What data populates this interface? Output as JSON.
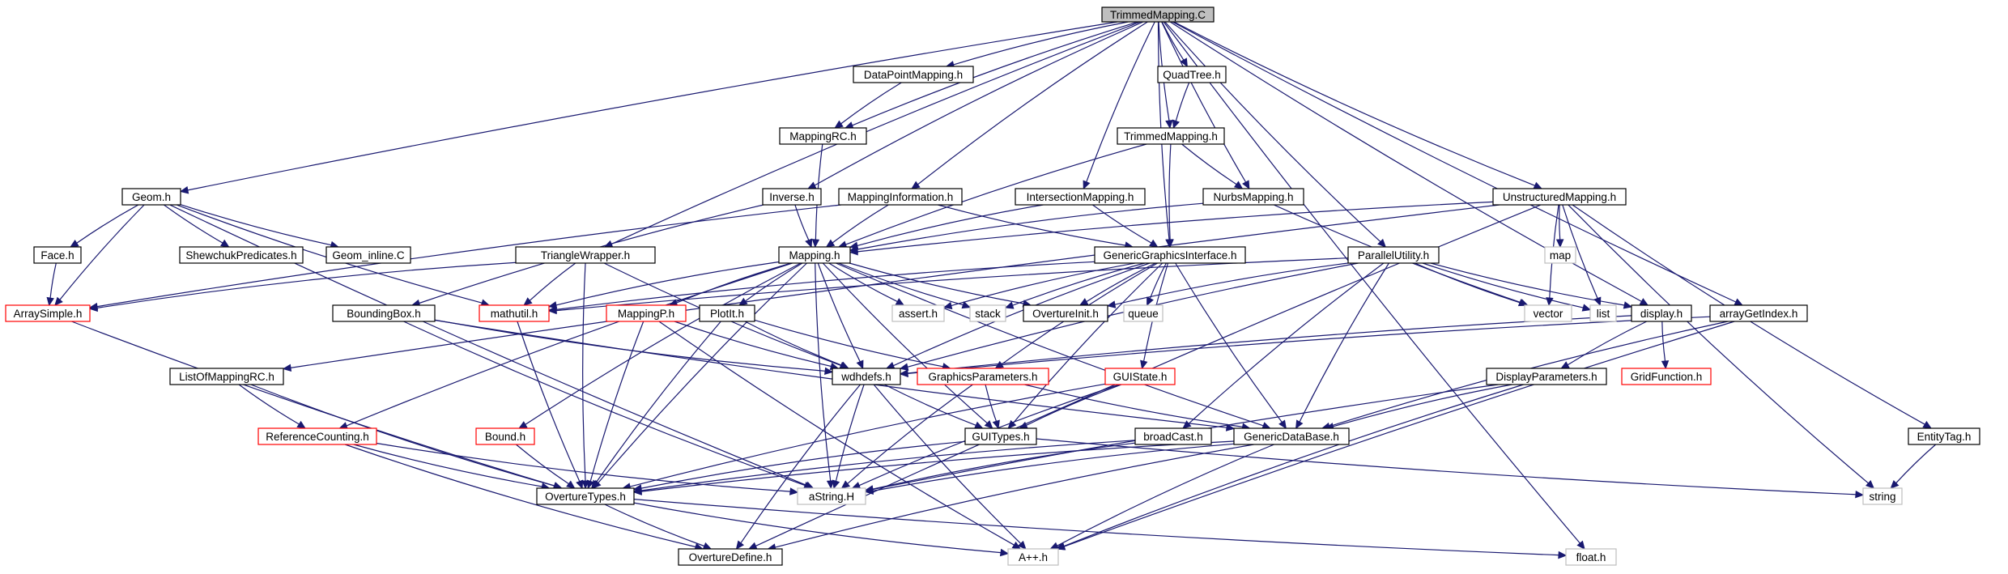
{
  "graph": {
    "colors": {
      "root_fill": "#bfbfbf",
      "box_fill": "#ffffff",
      "border_default": "#000000",
      "border_red": "#ff0000",
      "border_gray": "#bfbfbf",
      "edge": "#191970"
    },
    "nodes": [
      {
        "id": "trimmed_c",
        "label": "TrimmedMapping.C",
        "style": "root"
      },
      {
        "id": "geom_h",
        "label": "Geom.h",
        "style": "black"
      },
      {
        "id": "trianglewrapper_h",
        "label": "TriangleWrapper.h",
        "style": "black"
      },
      {
        "id": "inverse_h",
        "label": "Inverse.h",
        "style": "black"
      },
      {
        "id": "datapointmapping_h",
        "label": "DataPointMapping.h",
        "style": "black"
      },
      {
        "id": "mappingrc_h",
        "label": "MappingRC.h",
        "style": "black"
      },
      {
        "id": "mappinginformation_h",
        "label": "MappingInformation.h",
        "style": "black"
      },
      {
        "id": "intersectionmapping_h",
        "label": "IntersectionMapping.h",
        "style": "black"
      },
      {
        "id": "quadtree_h",
        "label": "QuadTree.h",
        "style": "black"
      },
      {
        "id": "trimmedmapping_h",
        "label": "TrimmedMapping.h",
        "style": "black"
      },
      {
        "id": "nurbsmapping_h",
        "label": "NurbsMapping.h",
        "style": "black"
      },
      {
        "id": "unstructuredmapping_h",
        "label": "UnstructuredMapping.h",
        "style": "black"
      },
      {
        "id": "face_h",
        "label": "Face.h",
        "style": "black"
      },
      {
        "id": "shewchuk_h",
        "label": "ShewchukPredicates.h",
        "style": "black"
      },
      {
        "id": "geom_inline_c",
        "label": "Geom_inline.C",
        "style": "black"
      },
      {
        "id": "mapping_h",
        "label": "Mapping.h",
        "style": "black"
      },
      {
        "id": "ggi_h",
        "label": "GenericGraphicsInterface.h",
        "style": "black"
      },
      {
        "id": "parallelutility_h",
        "label": "ParallelUtility.h",
        "style": "black"
      },
      {
        "id": "map",
        "label": "map",
        "style": "gray"
      },
      {
        "id": "arraysimple_h",
        "label": "ArraySimple.h",
        "style": "red"
      },
      {
        "id": "boundingbox_h",
        "label": "BoundingBox.h",
        "style": "black"
      },
      {
        "id": "mathutil_h",
        "label": "mathutil.h",
        "style": "red"
      },
      {
        "id": "mappingp_h",
        "label": "MappingP.h",
        "style": "red"
      },
      {
        "id": "plotit_h",
        "label": "PlotIt.h",
        "style": "black"
      },
      {
        "id": "assert_h",
        "label": "assert.h",
        "style": "gray"
      },
      {
        "id": "stack",
        "label": "stack",
        "style": "gray"
      },
      {
        "id": "overtureinit_h",
        "label": "OvertureInit.h",
        "style": "black"
      },
      {
        "id": "queue",
        "label": "queue",
        "style": "gray"
      },
      {
        "id": "vector",
        "label": "vector",
        "style": "gray"
      },
      {
        "id": "list",
        "label": "list",
        "style": "gray"
      },
      {
        "id": "display_h",
        "label": "display.h",
        "style": "black"
      },
      {
        "id": "arraygetindex_h",
        "label": "arrayGetIndex.h",
        "style": "black"
      },
      {
        "id": "listofmappingrc_h",
        "label": "ListOfMappingRC.h",
        "style": "black"
      },
      {
        "id": "wdhdefs_h",
        "label": "wdhdefs.h",
        "style": "black"
      },
      {
        "id": "graphicsparameters_h",
        "label": "GraphicsParameters.h",
        "style": "red"
      },
      {
        "id": "guistate_h",
        "label": "GUIState.h",
        "style": "red"
      },
      {
        "id": "gridfunction_h",
        "label": "GridFunction.h",
        "style": "red"
      },
      {
        "id": "displayparameters_h",
        "label": "DisplayParameters.h",
        "style": "black"
      },
      {
        "id": "referencecounting_h",
        "label": "ReferenceCounting.h",
        "style": "red"
      },
      {
        "id": "bound_h",
        "label": "Bound.h",
        "style": "red"
      },
      {
        "id": "guitypes_h",
        "label": "GUITypes.h",
        "style": "black"
      },
      {
        "id": "broadcast_h",
        "label": "broadCast.h",
        "style": "black"
      },
      {
        "id": "genericdatabase_h",
        "label": "GenericDataBase.h",
        "style": "black"
      },
      {
        "id": "entitytag_h",
        "label": "EntityTag.h",
        "style": "black"
      },
      {
        "id": "overturetypes_h",
        "label": "OvertureTypes.h",
        "style": "black"
      },
      {
        "id": "astring_h",
        "label": "aString.H",
        "style": "gray"
      },
      {
        "id": "string",
        "label": "string",
        "style": "gray"
      },
      {
        "id": "overturedefine_h",
        "label": "OvertureDefine.h",
        "style": "black"
      },
      {
        "id": "appp_h",
        "label": "A++.h",
        "style": "gray"
      },
      {
        "id": "float_h",
        "label": "float.h",
        "style": "gray"
      }
    ],
    "edges": [
      [
        "trimmed_c",
        "geom_h"
      ],
      [
        "trimmed_c",
        "trianglewrapper_h"
      ],
      [
        "trimmed_c",
        "inverse_h"
      ],
      [
        "trimmed_c",
        "datapointmapping_h"
      ],
      [
        "trimmed_c",
        "mappingrc_h"
      ],
      [
        "trimmed_c",
        "mappinginformation_h"
      ],
      [
        "trimmed_c",
        "intersectionmapping_h"
      ],
      [
        "trimmed_c",
        "quadtree_h"
      ],
      [
        "trimmed_c",
        "trimmedmapping_h"
      ],
      [
        "trimmed_c",
        "nurbsmapping_h"
      ],
      [
        "trimmed_c",
        "ggi_h"
      ],
      [
        "trimmed_c",
        "parallelutility_h"
      ],
      [
        "trimmed_c",
        "unstructuredmapping_h"
      ],
      [
        "trimmed_c",
        "display_h"
      ],
      [
        "trimmed_c",
        "arraygetindex_h"
      ],
      [
        "trimmed_c",
        "float_h"
      ],
      [
        "geom_h",
        "face_h"
      ],
      [
        "geom_h",
        "shewchuk_h"
      ],
      [
        "geom_h",
        "geom_inline_c"
      ],
      [
        "geom_h",
        "arraysimple_h"
      ],
      [
        "geom_h",
        "mathutil_h"
      ],
      [
        "geom_h",
        "astring_h"
      ],
      [
        "face_h",
        "arraysimple_h"
      ],
      [
        "trianglewrapper_h",
        "arraysimple_h"
      ],
      [
        "trianglewrapper_h",
        "mathutil_h"
      ],
      [
        "trianglewrapper_h",
        "wdhdefs_h"
      ],
      [
        "trianglewrapper_h",
        "overturetypes_h"
      ],
      [
        "datapointmapping_h",
        "mappingrc_h"
      ],
      [
        "mappingrc_h",
        "mapping_h"
      ],
      [
        "inverse_h",
        "mapping_h"
      ],
      [
        "inverse_h",
        "boundingbox_h"
      ],
      [
        "mappinginformation_h",
        "mapping_h"
      ],
      [
        "mappinginformation_h",
        "ggi_h"
      ],
      [
        "mappinginformation_h",
        "arraysimple_h"
      ],
      [
        "intersectionmapping_h",
        "mapping_h"
      ],
      [
        "intersectionmapping_h",
        "ggi_h"
      ],
      [
        "quadtree_h",
        "trimmedmapping_h"
      ],
      [
        "trimmedmapping_h",
        "mapping_h"
      ],
      [
        "trimmedmapping_h",
        "nurbsmapping_h"
      ],
      [
        "trimmedmapping_h",
        "ggi_h"
      ],
      [
        "nurbsmapping_h",
        "mapping_h"
      ],
      [
        "nurbsmapping_h",
        "vector"
      ],
      [
        "unstructuredmapping_h",
        "mapping_h"
      ],
      [
        "unstructuredmapping_h",
        "map"
      ],
      [
        "unstructuredmapping_h",
        "vector"
      ],
      [
        "unstructuredmapping_h",
        "list"
      ],
      [
        "unstructuredmapping_h",
        "entitytag_h"
      ],
      [
        "unstructuredmapping_h",
        "string"
      ],
      [
        "unstructuredmapping_h",
        "overturedefine_h"
      ],
      [
        "unstructuredmapping_h",
        "listofmappingrc_h"
      ],
      [
        "mapping_h",
        "mathutil_h"
      ],
      [
        "mapping_h",
        "mappingp_h"
      ],
      [
        "mapping_h",
        "plotit_h"
      ],
      [
        "mapping_h",
        "assert_h"
      ],
      [
        "mapping_h",
        "stack"
      ],
      [
        "mapping_h",
        "overtureinit_h"
      ],
      [
        "mapping_h",
        "wdhdefs_h"
      ],
      [
        "mapping_h",
        "bound_h"
      ],
      [
        "mapping_h",
        "genericdatabase_h"
      ],
      [
        "mapping_h",
        "astring_h"
      ],
      [
        "mapping_h",
        "referencecounting_h"
      ],
      [
        "mapping_h",
        "guitypes_h"
      ],
      [
        "mapping_h",
        "overturetypes_h"
      ],
      [
        "ggi_h",
        "mathutil_h"
      ],
      [
        "ggi_h",
        "assert_h"
      ],
      [
        "ggi_h",
        "stack"
      ],
      [
        "ggi_h",
        "overtureinit_h"
      ],
      [
        "ggi_h",
        "queue"
      ],
      [
        "ggi_h",
        "graphicsparameters_h"
      ],
      [
        "ggi_h",
        "guistate_h"
      ],
      [
        "ggi_h",
        "guitypes_h"
      ],
      [
        "ggi_h",
        "genericdatabase_h"
      ],
      [
        "ggi_h",
        "wdhdefs_h"
      ],
      [
        "parallelutility_h",
        "mathutil_h"
      ],
      [
        "parallelutility_h",
        "overtureinit_h"
      ],
      [
        "parallelutility_h",
        "vector"
      ],
      [
        "parallelutility_h",
        "list"
      ],
      [
        "parallelutility_h",
        "display_h"
      ],
      [
        "parallelutility_h",
        "wdhdefs_h"
      ],
      [
        "parallelutility_h",
        "broadcast_h"
      ],
      [
        "parallelutility_h",
        "genericdatabase_h"
      ],
      [
        "display_h",
        "displayparameters_h"
      ],
      [
        "display_h",
        "gridfunction_h"
      ],
      [
        "display_h",
        "wdhdefs_h"
      ],
      [
        "arraygetindex_h",
        "genericdatabase_h"
      ],
      [
        "arraygetindex_h",
        "appp_h"
      ],
      [
        "arraygetindex_h",
        "wdhdefs_h"
      ],
      [
        "arraysimple_h",
        "overturetypes_h"
      ],
      [
        "boundingbox_h",
        "wdhdefs_h"
      ],
      [
        "boundingbox_h",
        "genericdatabase_h"
      ],
      [
        "boundingbox_h",
        "astring_h"
      ],
      [
        "mathutil_h",
        "overturetypes_h"
      ],
      [
        "mappingp_h",
        "wdhdefs_h"
      ],
      [
        "mappingp_h",
        "overturetypes_h"
      ],
      [
        "mappingp_h",
        "appp_h"
      ],
      [
        "plotit_h",
        "graphicsparameters_h"
      ],
      [
        "plotit_h",
        "overturetypes_h"
      ],
      [
        "plotit_h",
        "wdhdefs_h"
      ],
      [
        "listofmappingrc_h",
        "referencecounting_h"
      ],
      [
        "listofmappingrc_h",
        "overturetypes_h"
      ],
      [
        "wdhdefs_h",
        "guitypes_h"
      ],
      [
        "wdhdefs_h",
        "astring_h"
      ],
      [
        "wdhdefs_h",
        "overturedefine_h"
      ],
      [
        "wdhdefs_h",
        "appp_h"
      ],
      [
        "graphicsparameters_h",
        "guitypes_h"
      ],
      [
        "graphicsparameters_h",
        "genericdatabase_h"
      ],
      [
        "graphicsparameters_h",
        "astring_h"
      ],
      [
        "guistate_h",
        "guitypes_h"
      ],
      [
        "guistate_h",
        "astring_h"
      ],
      [
        "guistate_h",
        "overturetypes_h"
      ],
      [
        "displayparameters_h",
        "genericdatabase_h"
      ],
      [
        "displayparameters_h",
        "astring_h"
      ],
      [
        "displayparameters_h",
        "appp_h"
      ],
      [
        "referencecounting_h",
        "overturetypes_h"
      ],
      [
        "referencecounting_h",
        "overturedefine_h"
      ],
      [
        "referencecounting_h",
        "astring_h"
      ],
      [
        "bound_h",
        "overturetypes_h"
      ],
      [
        "guitypes_h",
        "overturetypes_h"
      ],
      [
        "guitypes_h",
        "string"
      ],
      [
        "broadcast_h",
        "overturetypes_h"
      ],
      [
        "broadcast_h",
        "astring_h"
      ],
      [
        "genericdatabase_h",
        "overturetypes_h"
      ],
      [
        "genericdatabase_h",
        "astring_h"
      ],
      [
        "genericdatabase_h",
        "appp_h"
      ],
      [
        "genericdatabase_h",
        "overturedefine_h"
      ],
      [
        "entitytag_h",
        "string"
      ],
      [
        "overturetypes_h",
        "overturedefine_h"
      ],
      [
        "overturetypes_h",
        "appp_h"
      ],
      [
        "overturetypes_h",
        "float_h"
      ]
    ]
  }
}
